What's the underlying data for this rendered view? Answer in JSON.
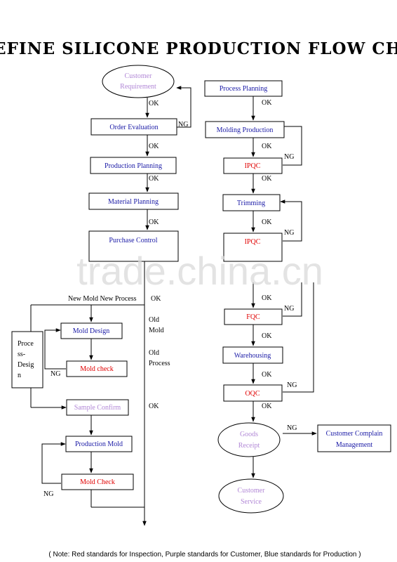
{
  "title": "REFINE SILICONE PRODUCTION FLOW CHART",
  "colors": {
    "production": "#1a1aa6",
    "inspection": "#e00000",
    "customer": "#b187d6",
    "line": "#000000"
  },
  "nodes": {
    "customer_requirement": [
      "Customer",
      "Requirement"
    ],
    "order_evaluation": "Order Evaluation",
    "production_planning": "Production Planning",
    "material_planning": "Material Planning",
    "purchase_control": "Purchase Control",
    "mold_design": "Mold Design",
    "mold_check": "Mold check",
    "process_design": [
      "Proce",
      "ss-",
      "Desig",
      "n"
    ],
    "sample_confirm": "Sample Confirm",
    "production_mold": "Production Mold",
    "mold_check_2": "Mold Check",
    "process_planning": "Process Planning",
    "molding_production": "Molding Production",
    "ipqc_1": "IPQC",
    "trimming": "Trimming",
    "ipqc_2": "IPQC",
    "fqc": "FQC",
    "warehousing": "Warehousing",
    "oqc": "OQC",
    "goods_receipt": [
      "Goods",
      "Receipt"
    ],
    "customer_complain": [
      "Customer Complain",
      "Management"
    ],
    "customer_service": [
      "Customer",
      "Service"
    ]
  },
  "labels": {
    "ok": "OK",
    "ng": "NG",
    "new_mold_new_process": "New Mold New Process",
    "old_mold": [
      "Old",
      "Mold"
    ],
    "old_process": [
      "Old",
      "Process"
    ]
  },
  "watermark": "trade.china.cn",
  "note": "( Note:  Red standards for Inspection, Purple standards for Customer, Blue standards for Production )"
}
